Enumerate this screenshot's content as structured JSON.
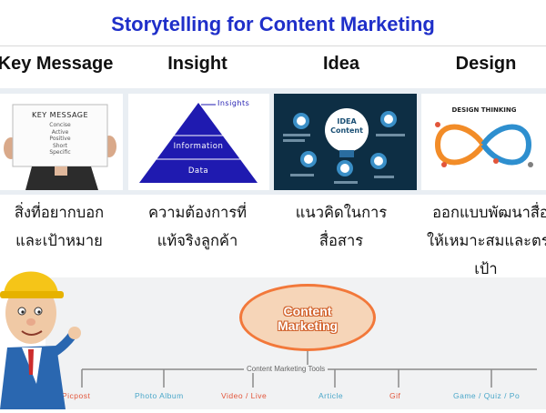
{
  "title": "Storytelling for Content Marketing",
  "columns": [
    {
      "heading": "Key Message",
      "thai_line1": "สิ่งที่อยากบอก",
      "thai_line2": "และเป้าหมาย",
      "thai_line3": ""
    },
    {
      "heading": "Insight",
      "thai_line1": "ความต้องการที่",
      "thai_line2": "แท้จริงลูกค้า",
      "thai_line3": ""
    },
    {
      "heading": "Idea",
      "thai_line1": "แนวคิดในการ",
      "thai_line2": "สื่อสาร",
      "thai_line3": ""
    },
    {
      "heading": "Design",
      "thai_line1": "ออกแบบพัฒนาสื่อ",
      "thai_line2": "ให้เหมาะสมและตรง",
      "thai_line3": "เป้า"
    }
  ],
  "key_message_board": {
    "heading": "KEY MESSAGE",
    "items": [
      "Concise",
      "Active",
      "Positive",
      "Short",
      "Specific"
    ]
  },
  "pyramid": {
    "top": "Insights",
    "middle": "Information",
    "bottom": "Data"
  },
  "idea_graphic": {
    "center_line1": "IDEA",
    "center_line2": "Content"
  },
  "design_graphic": {
    "heading": "DESIGN THINKING"
  },
  "content_marketing": {
    "center": "Content Marketing",
    "tools_label": "Content Marketing Tools",
    "tools": [
      {
        "label": "Picpost",
        "color": "#e2553a"
      },
      {
        "label": "Photo Album",
        "color": "#4aa7c9"
      },
      {
        "label": "Video / Live",
        "color": "#e2553a"
      },
      {
        "label": "Article",
        "color": "#4aa7c9"
      },
      {
        "label": "Gif",
        "color": "#e2553a"
      },
      {
        "label": "Game / Quiz / Po",
        "color": "#4aa7c9"
      }
    ]
  },
  "colors": {
    "title": "#1f2fc9",
    "pyramid": "#1f1ab0",
    "ellipse_border": "#f2783a",
    "idea_bg": "#0d2e44"
  }
}
